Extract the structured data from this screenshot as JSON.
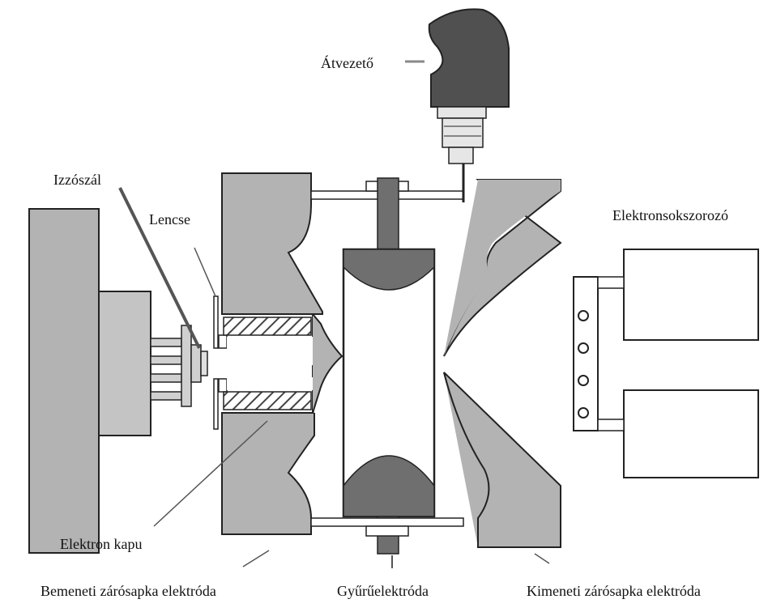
{
  "labels": {
    "feedthrough": "Átvezető",
    "filament": "Izzószál",
    "lens": "Lencse",
    "electron_multiplier": "Elektronsokszorozó",
    "electron_gate": "Elektron kapu",
    "entrance_endcap": "Bemeneti zárósapka elektróda",
    "ring_electrode": "Gyűrűelektróda",
    "exit_endcap": "Kimeneti zárósapka elektróda"
  },
  "colors": {
    "part_fill": "#b3b3b3",
    "part_dark": "#6f6f6f",
    "knob_fill": "#505050",
    "outline": "#222222",
    "background": "#ffffff"
  }
}
